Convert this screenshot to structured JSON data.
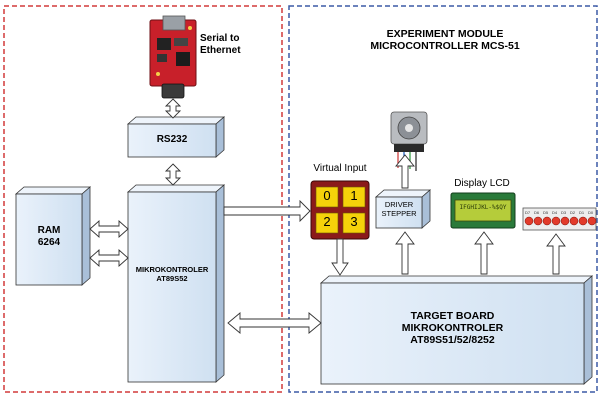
{
  "header": {
    "title_line1": "EXPERIMENT MODULE",
    "title_line2": "MICROCONTROLLER MCS-51"
  },
  "serial_module": {
    "label_line1": "Serial to",
    "label_line2": "Ethernet"
  },
  "rs232": {
    "label": "RS232"
  },
  "ram": {
    "line1": "RAM",
    "line2": "6264"
  },
  "mcu": {
    "line1": "MIKROKONTROLER",
    "line2": "AT89S52"
  },
  "virtual_input": {
    "label": "Virtual Input",
    "keys": [
      "0",
      "1",
      "2",
      "3"
    ]
  },
  "stepper_driver": {
    "line1": "DRIVER",
    "line2": "STEPPER"
  },
  "lcd": {
    "label": "Display LCD",
    "screen_text": "IFGHIJKL-%$QY"
  },
  "leds": {
    "labels": [
      "D7",
      "D6",
      "D5",
      "D4",
      "D3",
      "D2",
      "D1",
      "D0"
    ]
  },
  "target_board": {
    "line1": "TARGET BOARD",
    "line2": "MIKROKONTROLER",
    "line3": "AT89S51/52/8252"
  },
  "colors": {
    "left_border": "#d23a3a",
    "right_border": "#3c5aa6",
    "box_fill": "#dbe8f5",
    "box_side": "#a9bfd8",
    "box_top": "#eef4fb",
    "keypad_body": "#8b1a1a",
    "keypad_key": "#f5d20a",
    "lcd_screen": "#b5cc3a",
    "led": "#e23b2b"
  }
}
